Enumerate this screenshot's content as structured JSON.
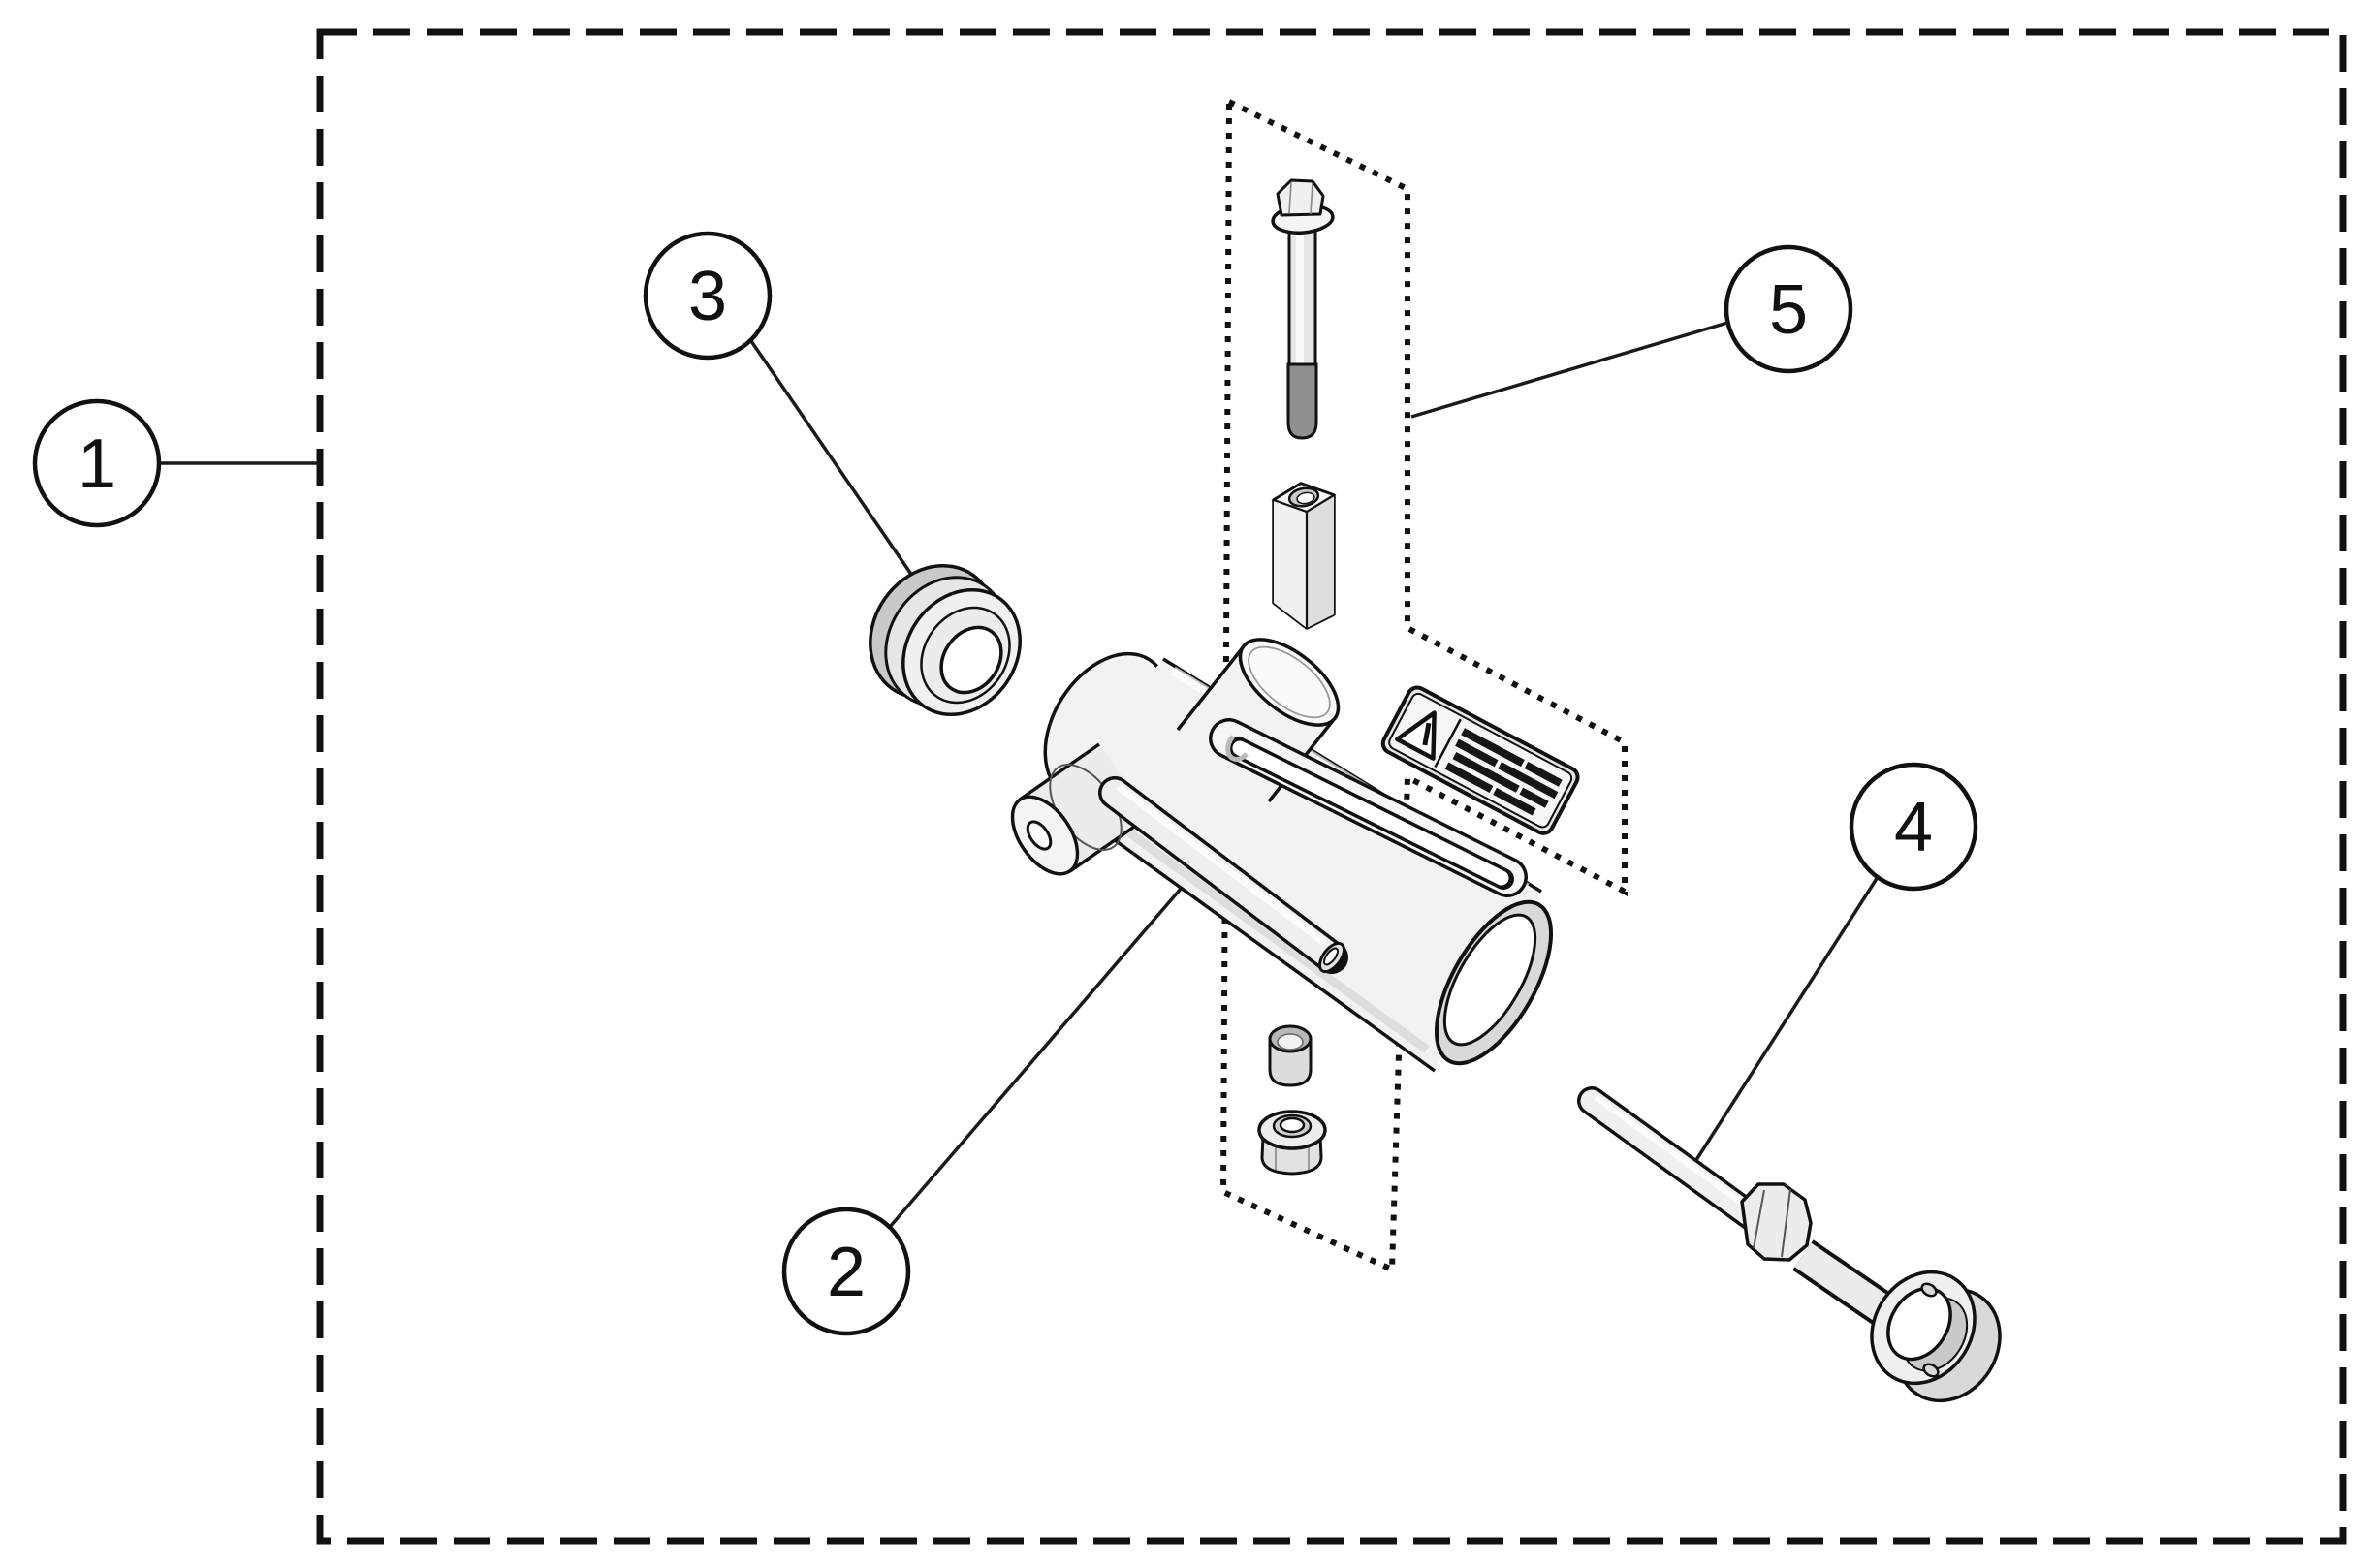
{
  "figure_type": "exploded-parts-diagram",
  "colors": {
    "background": "#ffffff",
    "line": "#111111",
    "part_fill": "#f2f2f2",
    "part_fill_light": "#fafafa",
    "part_fill_mid": "#e2e2e2",
    "part_fill_dark": "#c9c9c9",
    "thread_fill": "#8f8f8f"
  },
  "callouts": [
    {
      "label": "1",
      "points_to": "assembly-boundary"
    },
    {
      "label": "2",
      "points_to": "clamp-body"
    },
    {
      "label": "3",
      "points_to": "grommet"
    },
    {
      "label": "4",
      "points_to": "handle-rod-with-ring"
    },
    {
      "label": "5",
      "points_to": "fastener-kit"
    }
  ],
  "boundary": {
    "style": "dashed-rectangle",
    "label": "1"
  },
  "fastener_kit": {
    "style": "dotted-outline",
    "label": "5",
    "items": [
      "flange-bolt",
      "square-spacer",
      "bushing",
      "flanged-nut",
      "warning-label"
    ]
  },
  "warning_label": {
    "icon": "warning-triangle",
    "text": ""
  }
}
